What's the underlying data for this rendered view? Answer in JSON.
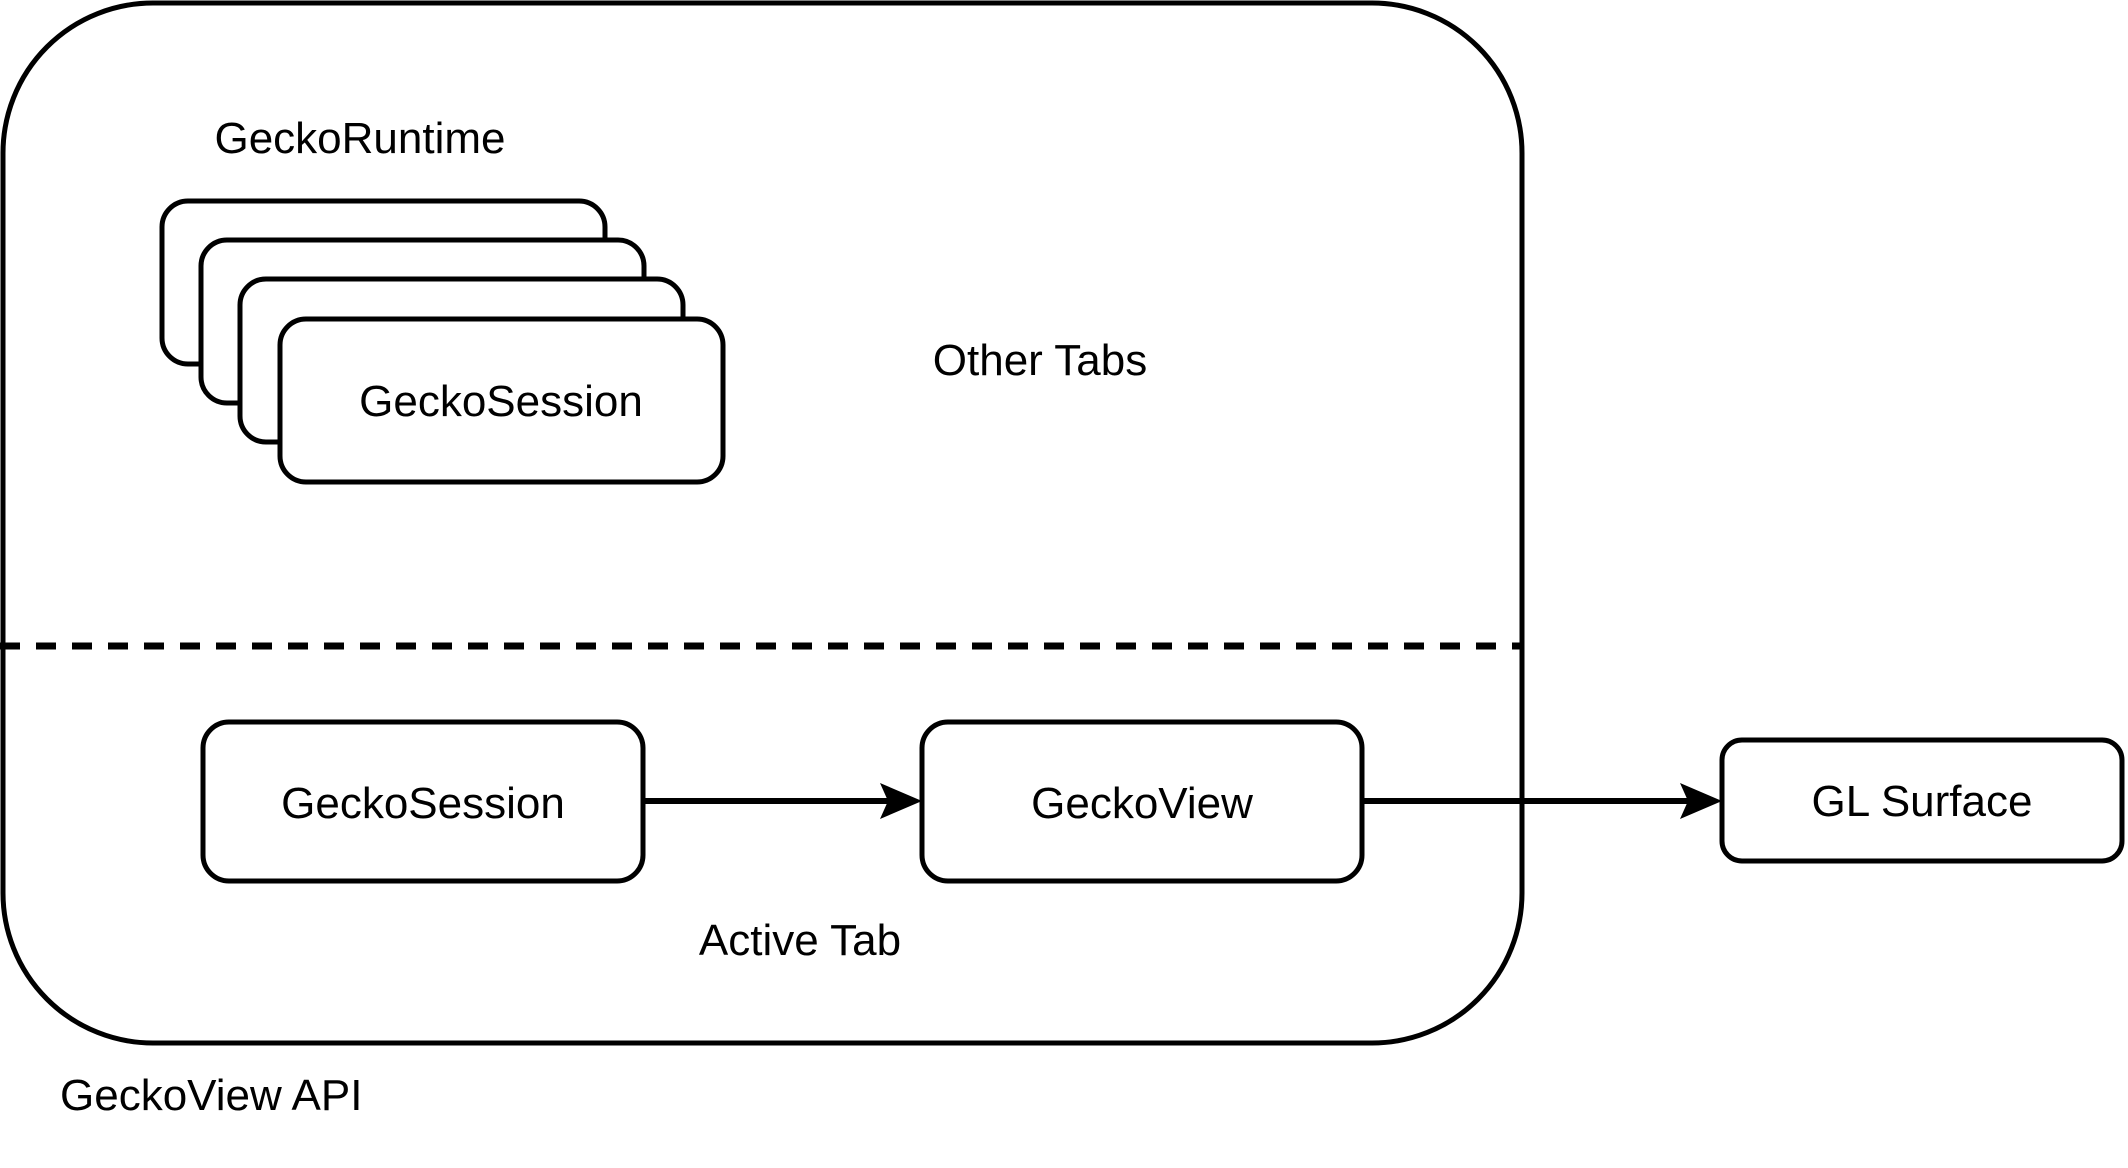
{
  "diagram": {
    "title": "GeckoView API",
    "background_color": "#ffffff",
    "stroke_color": "#000000",
    "runtime": {
      "label": "GeckoRuntime",
      "other_tabs_label": "Other Tabs",
      "active_tab_label": "Active Tab"
    },
    "session_stack": {
      "front_label": "GeckoSession",
      "card_count": 4
    },
    "flow": {
      "session_label": "GeckoSession",
      "view_label": "GeckoView",
      "surface_label": "GL Surface"
    },
    "footer": {
      "api_label": "GeckoView API"
    }
  }
}
